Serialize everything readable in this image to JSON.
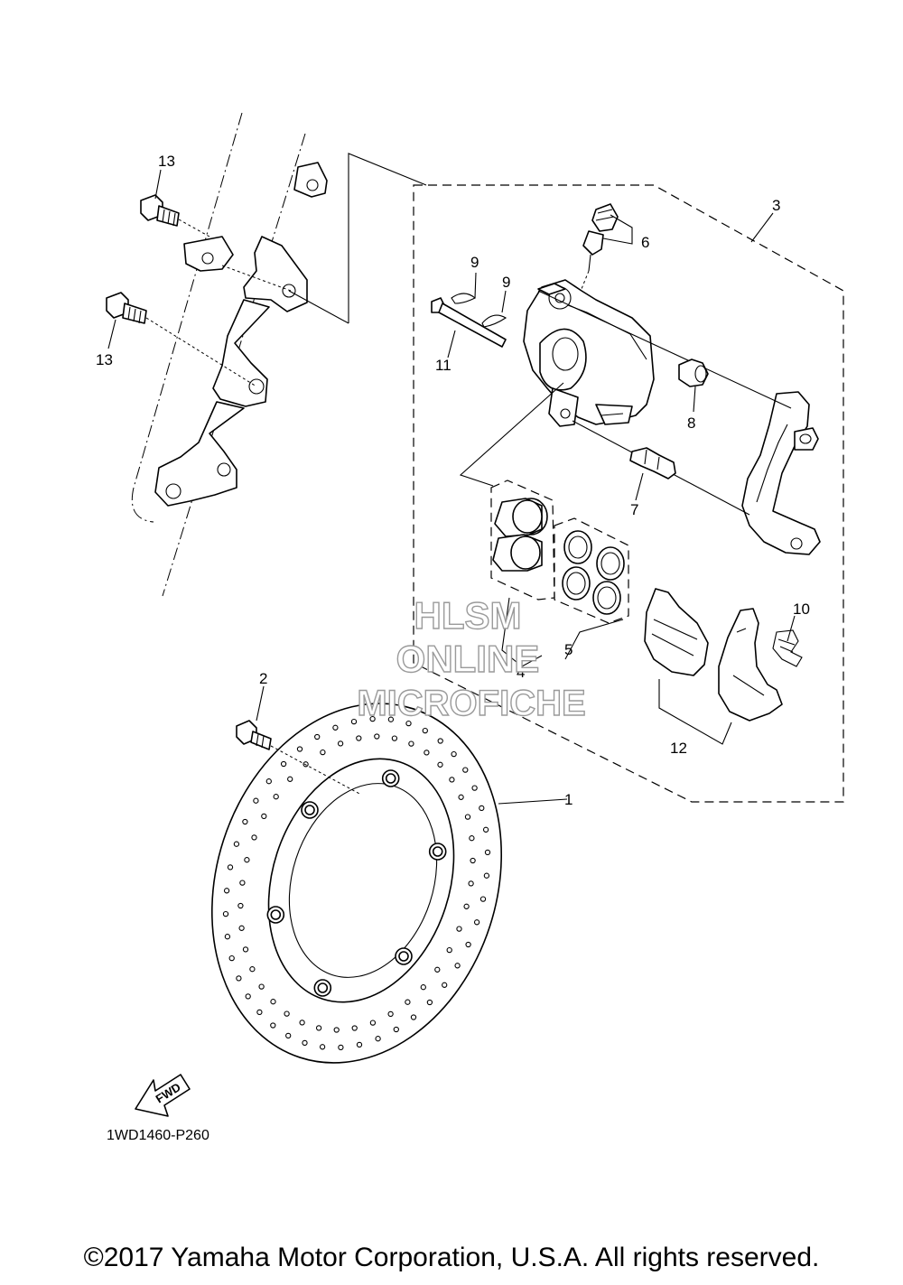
{
  "diagram_code": "1WD1460-P260",
  "copyright": "©2017 Yamaha Motor Corporation, U.S.A. All rights reserved.",
  "forward_arrow_label": "FWD",
  "watermark": {
    "line1": "HLSM",
    "line2": "ONLINE",
    "line3": "MICROFICHE"
  },
  "callouts": {
    "c1": "1",
    "c2": "2",
    "c3": "3",
    "c4": "4",
    "c5": "5",
    "c6": "6",
    "c7": "7",
    "c8": "8",
    "c9a": "9",
    "c9b": "9",
    "c10": "10",
    "c11": "11",
    "c12": "12",
    "c13a": "13",
    "c13b": "13"
  }
}
